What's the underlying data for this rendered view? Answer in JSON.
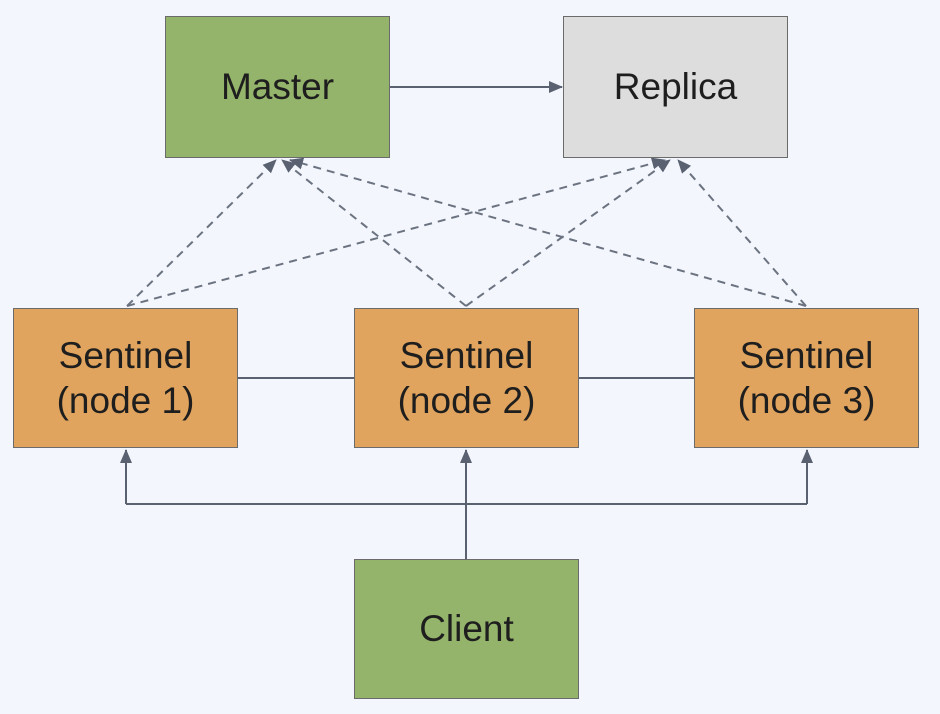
{
  "diagram": {
    "nodes": {
      "master": {
        "label": "Master"
      },
      "replica": {
        "label": "Replica"
      },
      "sentinel1": {
        "line1": "Sentinel",
        "line2": "(node 1)"
      },
      "sentinel2": {
        "line1": "Sentinel",
        "line2": "(node 2)"
      },
      "sentinel3": {
        "line1": "Sentinel",
        "line2": "(node 3)"
      },
      "client": {
        "label": "Client"
      }
    },
    "edges": [
      {
        "from": "master",
        "to": "replica",
        "style": "solid",
        "arrow": true
      },
      {
        "from": "sentinel1",
        "to": "master",
        "style": "dashed",
        "arrow": true
      },
      {
        "from": "sentinel1",
        "to": "replica",
        "style": "dashed",
        "arrow": true
      },
      {
        "from": "sentinel2",
        "to": "master",
        "style": "dashed",
        "arrow": true
      },
      {
        "from": "sentinel2",
        "to": "replica",
        "style": "dashed",
        "arrow": true
      },
      {
        "from": "sentinel3",
        "to": "master",
        "style": "dashed",
        "arrow": true
      },
      {
        "from": "sentinel3",
        "to": "replica",
        "style": "dashed",
        "arrow": true
      },
      {
        "from": "sentinel1",
        "to": "sentinel2",
        "style": "solid",
        "arrow": false
      },
      {
        "from": "sentinel2",
        "to": "sentinel3",
        "style": "solid",
        "arrow": false
      },
      {
        "from": "client",
        "to": "sentinel1",
        "style": "solid",
        "arrow": true
      },
      {
        "from": "client",
        "to": "sentinel2",
        "style": "solid",
        "arrow": true
      },
      {
        "from": "client",
        "to": "sentinel3",
        "style": "solid",
        "arrow": true
      }
    ],
    "colors": {
      "background": "#f3f6fc",
      "master_fill": "#93b46a",
      "client_fill": "#93b46a",
      "replica_fill": "#dddddd",
      "sentinel_fill": "#e0a45e",
      "connector": "#5a6272"
    }
  }
}
